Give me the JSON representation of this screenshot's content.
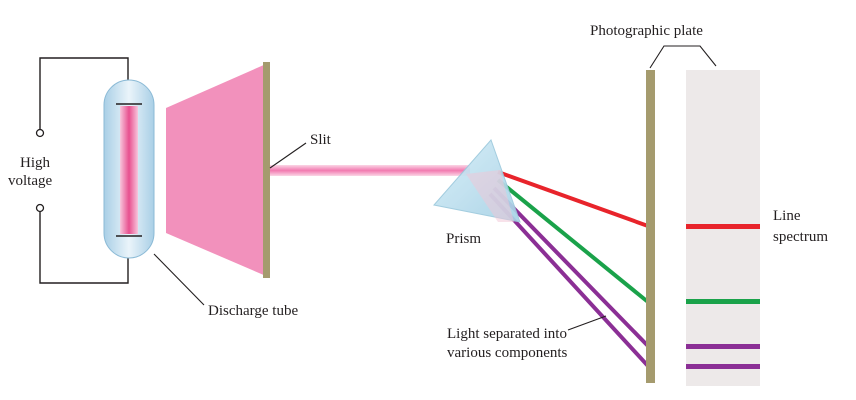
{
  "labels": {
    "high_voltage_line1": "High",
    "high_voltage_line2": "voltage",
    "slit": "Slit",
    "discharge_tube": "Discharge tube",
    "prism": "Prism",
    "photographic_plate": "Photographic plate",
    "line_spectrum_line1": "Line",
    "line_spectrum_line2": "spectrum",
    "separated_line1": "Light separated into",
    "separated_line2": "various components"
  },
  "colors": {
    "glow": "#f291bc",
    "tube_glass": "#cfe6f3",
    "plate": "#a59b6e",
    "film": "#ede9e9",
    "prism": "#bfe0ee",
    "red": "#e8242b",
    "green": "#1aa24a",
    "violet": "#8b2f95",
    "wire": "#231f20"
  },
  "spectral_lines": [
    "red",
    "green",
    "violet",
    "violet"
  ]
}
